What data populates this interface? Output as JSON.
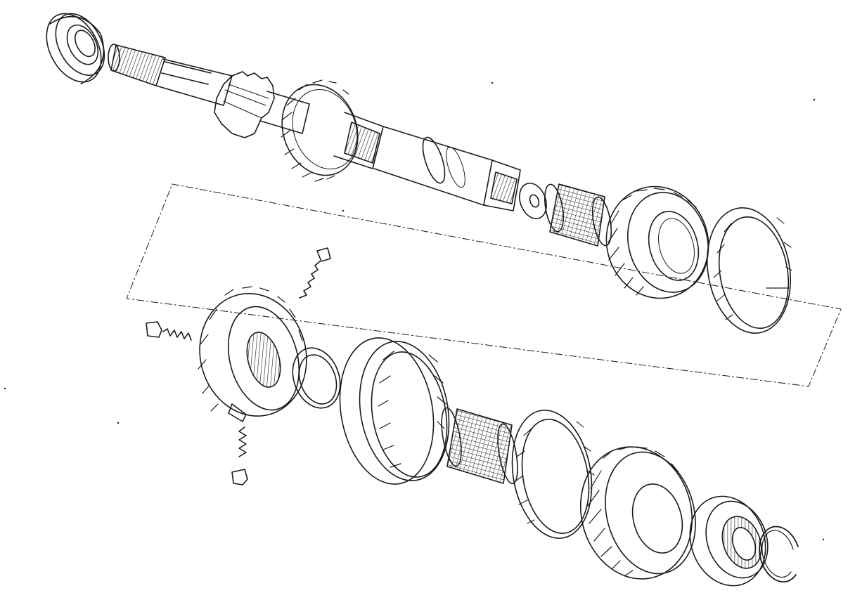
{
  "diagram": {
    "kind": "exploded-view line drawing",
    "background": "#ffffff",
    "line_color": "#1a1a1a",
    "text": [],
    "parts": [
      "pilot-bearing",
      "mainshaft",
      "needle-bearing-upper",
      "helical-gear-upper",
      "synchronizer-ring-upper",
      "subassembly-boundary",
      "synchronizer-hub",
      "detent-plug-left",
      "detent-spring-left",
      "detent-plug-top",
      "detent-spring-top",
      "detent-plug-bottom",
      "detent-spring-bottom",
      "snap-ring-small",
      "sliding-sleeve",
      "needle-bearing-lower",
      "synchronizer-ring-lower",
      "helical-gear-lower",
      "tail-bearing",
      "snap-ring-tail"
    ]
  }
}
